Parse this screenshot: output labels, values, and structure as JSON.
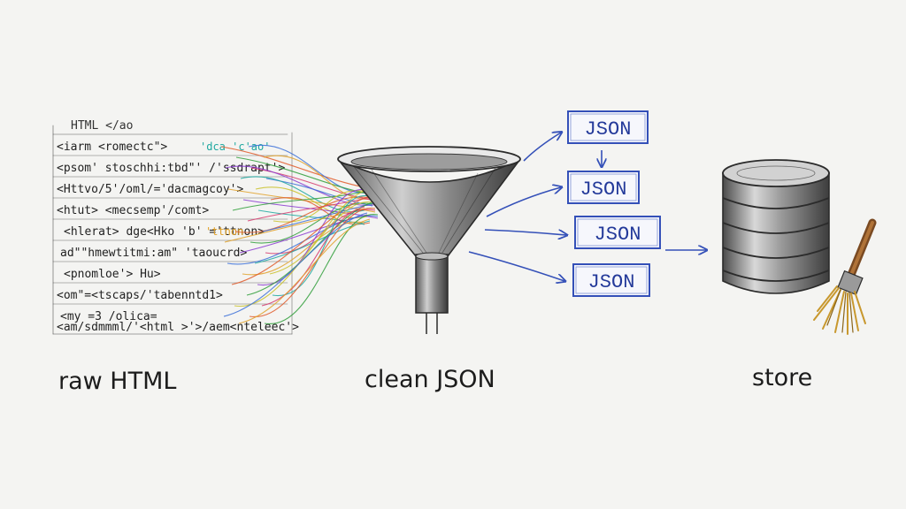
{
  "raw_html": {
    "header": "HTML </ao",
    "lines": [
      "<iarm <romectc\">",
      "<psom' stoschhi:tbd\"' /'ssdrapt'>",
      "<Httvo/5'/oml/='dacmagcoy'>",
      "<htut> <mecsemp'/comt>",
      "<hlerat> dge<Hko 'b' ='ttnon>",
      "ad\"\"hmewtitmi:am\" 'taoucrd>",
      "<pnomloe'>  Hu>",
      "<om\"=<tscaps/'tabenntd1>",
      "<my =3 /olica=",
      "<am/sdmmml/'<html >'>/aem<nteleec'>"
    ],
    "stray_labels": [
      "'dca 'c'ao'",
      "'ttnon"
    ]
  },
  "json_boxes": [
    "JSON",
    "JSON",
    "JSON",
    "JSON"
  ],
  "captions": {
    "left": "raw HTML",
    "middle": "clean JSON",
    "right": "store"
  },
  "colors": {
    "paper": "#f4f4f2",
    "pencil": "#2b2b2b",
    "json_ink": "#243a9a",
    "arrow_ink": "#3450b8",
    "strand_colors": [
      "#e05a2a",
      "#2f9e3a",
      "#d63a6e",
      "#3a6fd8",
      "#e0a12a",
      "#8a3ad0",
      "#1fa8a0",
      "#c9c12a"
    ]
  },
  "icons": [
    "funnel-icon",
    "database-icon",
    "brush-icon"
  ]
}
